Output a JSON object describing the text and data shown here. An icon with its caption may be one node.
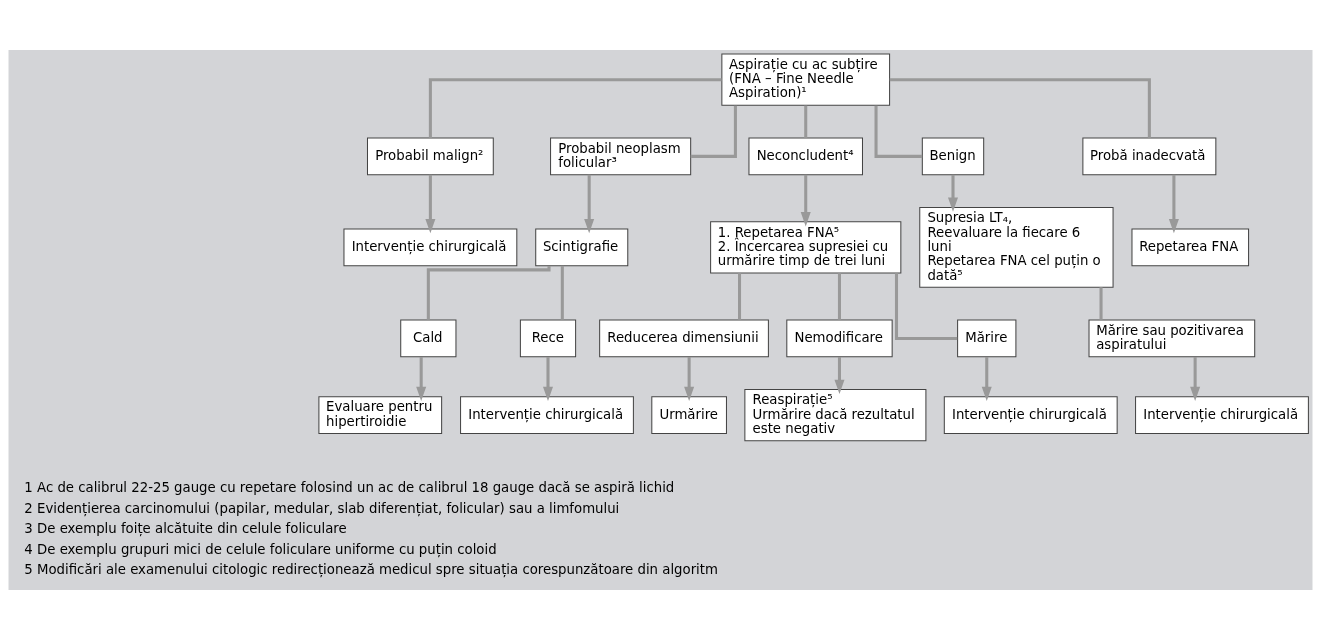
{
  "diagram": {
    "nodes": [
      {
        "text": [
          "Aspirație cu ac subțire (FNA – Fine Needle Aspiration)¹"
        ]
      },
      {
        "text": [
          "Probabil malign²"
        ]
      },
      {
        "text": [
          "Probabil neoplasm folicular³"
        ]
      },
      {
        "text": [
          "Neconcludent⁴"
        ]
      },
      {
        "text": [
          "Benign"
        ]
      },
      {
        "text": [
          "Probă inadecvată"
        ]
      },
      {
        "text": [
          "Intervenție chirurgicală"
        ]
      },
      {
        "text": [
          "Scintigrafie"
        ]
      },
      {
        "text": [
          "1. Repetarea FNA⁵",
          "2. Încercarea supresiei cu urmărire timp de trei luni"
        ]
      },
      {
        "text": [
          "Supresia LT₄,",
          "Reevaluare la fiecare 6 luni",
          "Repetarea FNA cel puțin o dată⁵"
        ]
      },
      {
        "text": [
          "Repetarea FNA"
        ]
      },
      {
        "text": [
          "Cald"
        ]
      },
      {
        "text": [
          "Rece"
        ]
      },
      {
        "text": [
          "Reducerea dimensiunii"
        ]
      },
      {
        "text": [
          "Nemodificare"
        ]
      },
      {
        "text": [
          "Mărire"
        ]
      },
      {
        "text": [
          "Mărire sau pozitivarea aspiratului"
        ]
      },
      {
        "text": [
          "Evaluare pentru hipertiroidie"
        ]
      },
      {
        "text": [
          "Intervenție chirurgicală"
        ]
      },
      {
        "text": [
          "Urmărire"
        ]
      },
      {
        "text": [
          "Reaspirație⁵",
          "Urmărire dacă rezultatul este negativ"
        ]
      },
      {
        "text": [
          "Intervenție chirurgicală"
        ]
      },
      {
        "text": [
          "Intervenție chirurgicală"
        ]
      }
    ],
    "edges": [
      {
        "from": 0,
        "to": 1,
        "arrow": "none"
      },
      {
        "from": 0,
        "to": 2,
        "arrow": "none"
      },
      {
        "from": 0,
        "to": 3,
        "arrow": "none"
      },
      {
        "from": 0,
        "to": 4,
        "arrow": "none"
      },
      {
        "from": 0,
        "to": 5,
        "arrow": "none"
      },
      {
        "from": 1,
        "to": 6,
        "arrow": "to"
      },
      {
        "from": 2,
        "to": 7,
        "arrow": "to"
      },
      {
        "from": 3,
        "to": 8,
        "arrow": "to"
      },
      {
        "from": 4,
        "to": 9,
        "arrow": "to"
      },
      {
        "from": 5,
        "to": 10,
        "arrow": "to"
      },
      {
        "from": 7,
        "to": 11,
        "arrow": "none"
      },
      {
        "from": 7,
        "to": 12,
        "arrow": "none"
      },
      {
        "from": 8,
        "to": 13,
        "arrow": "none"
      },
      {
        "from": 8,
        "to": 14,
        "arrow": "none"
      },
      {
        "from": 8,
        "to": 15,
        "arrow": "none"
      },
      {
        "from": 9,
        "to": 16,
        "arrow": "none"
      },
      {
        "from": 11,
        "to": 17,
        "arrow": "to"
      },
      {
        "from": 12,
        "to": 18,
        "arrow": "to"
      },
      {
        "from": 13,
        "to": 19,
        "arrow": "to"
      },
      {
        "from": 14,
        "to": 20,
        "arrow": "to"
      },
      {
        "from": 15,
        "to": 21,
        "arrow": "to"
      },
      {
        "from": 16,
        "to": 22,
        "arrow": "to"
      }
    ],
    "labels": [
      "1 Ac de calibrul 22-25 gauge cu repetare folosind un ac de calibrul 18 gauge dacă se aspiră lichid",
      "2 Evidențierea carcinomului (papilar, medular, slab diferențiat, folicular) sau a limfomului",
      "3 De exemplu foițe alcătuite din celule foliculare",
      "4 De exemplu grupuri mici de celule foliculare uniforme cu puțin coloid",
      "5 Modificări ale examenului citologic redirecționează medicul spre situația corespunzătoare din algoritm"
    ]
  }
}
